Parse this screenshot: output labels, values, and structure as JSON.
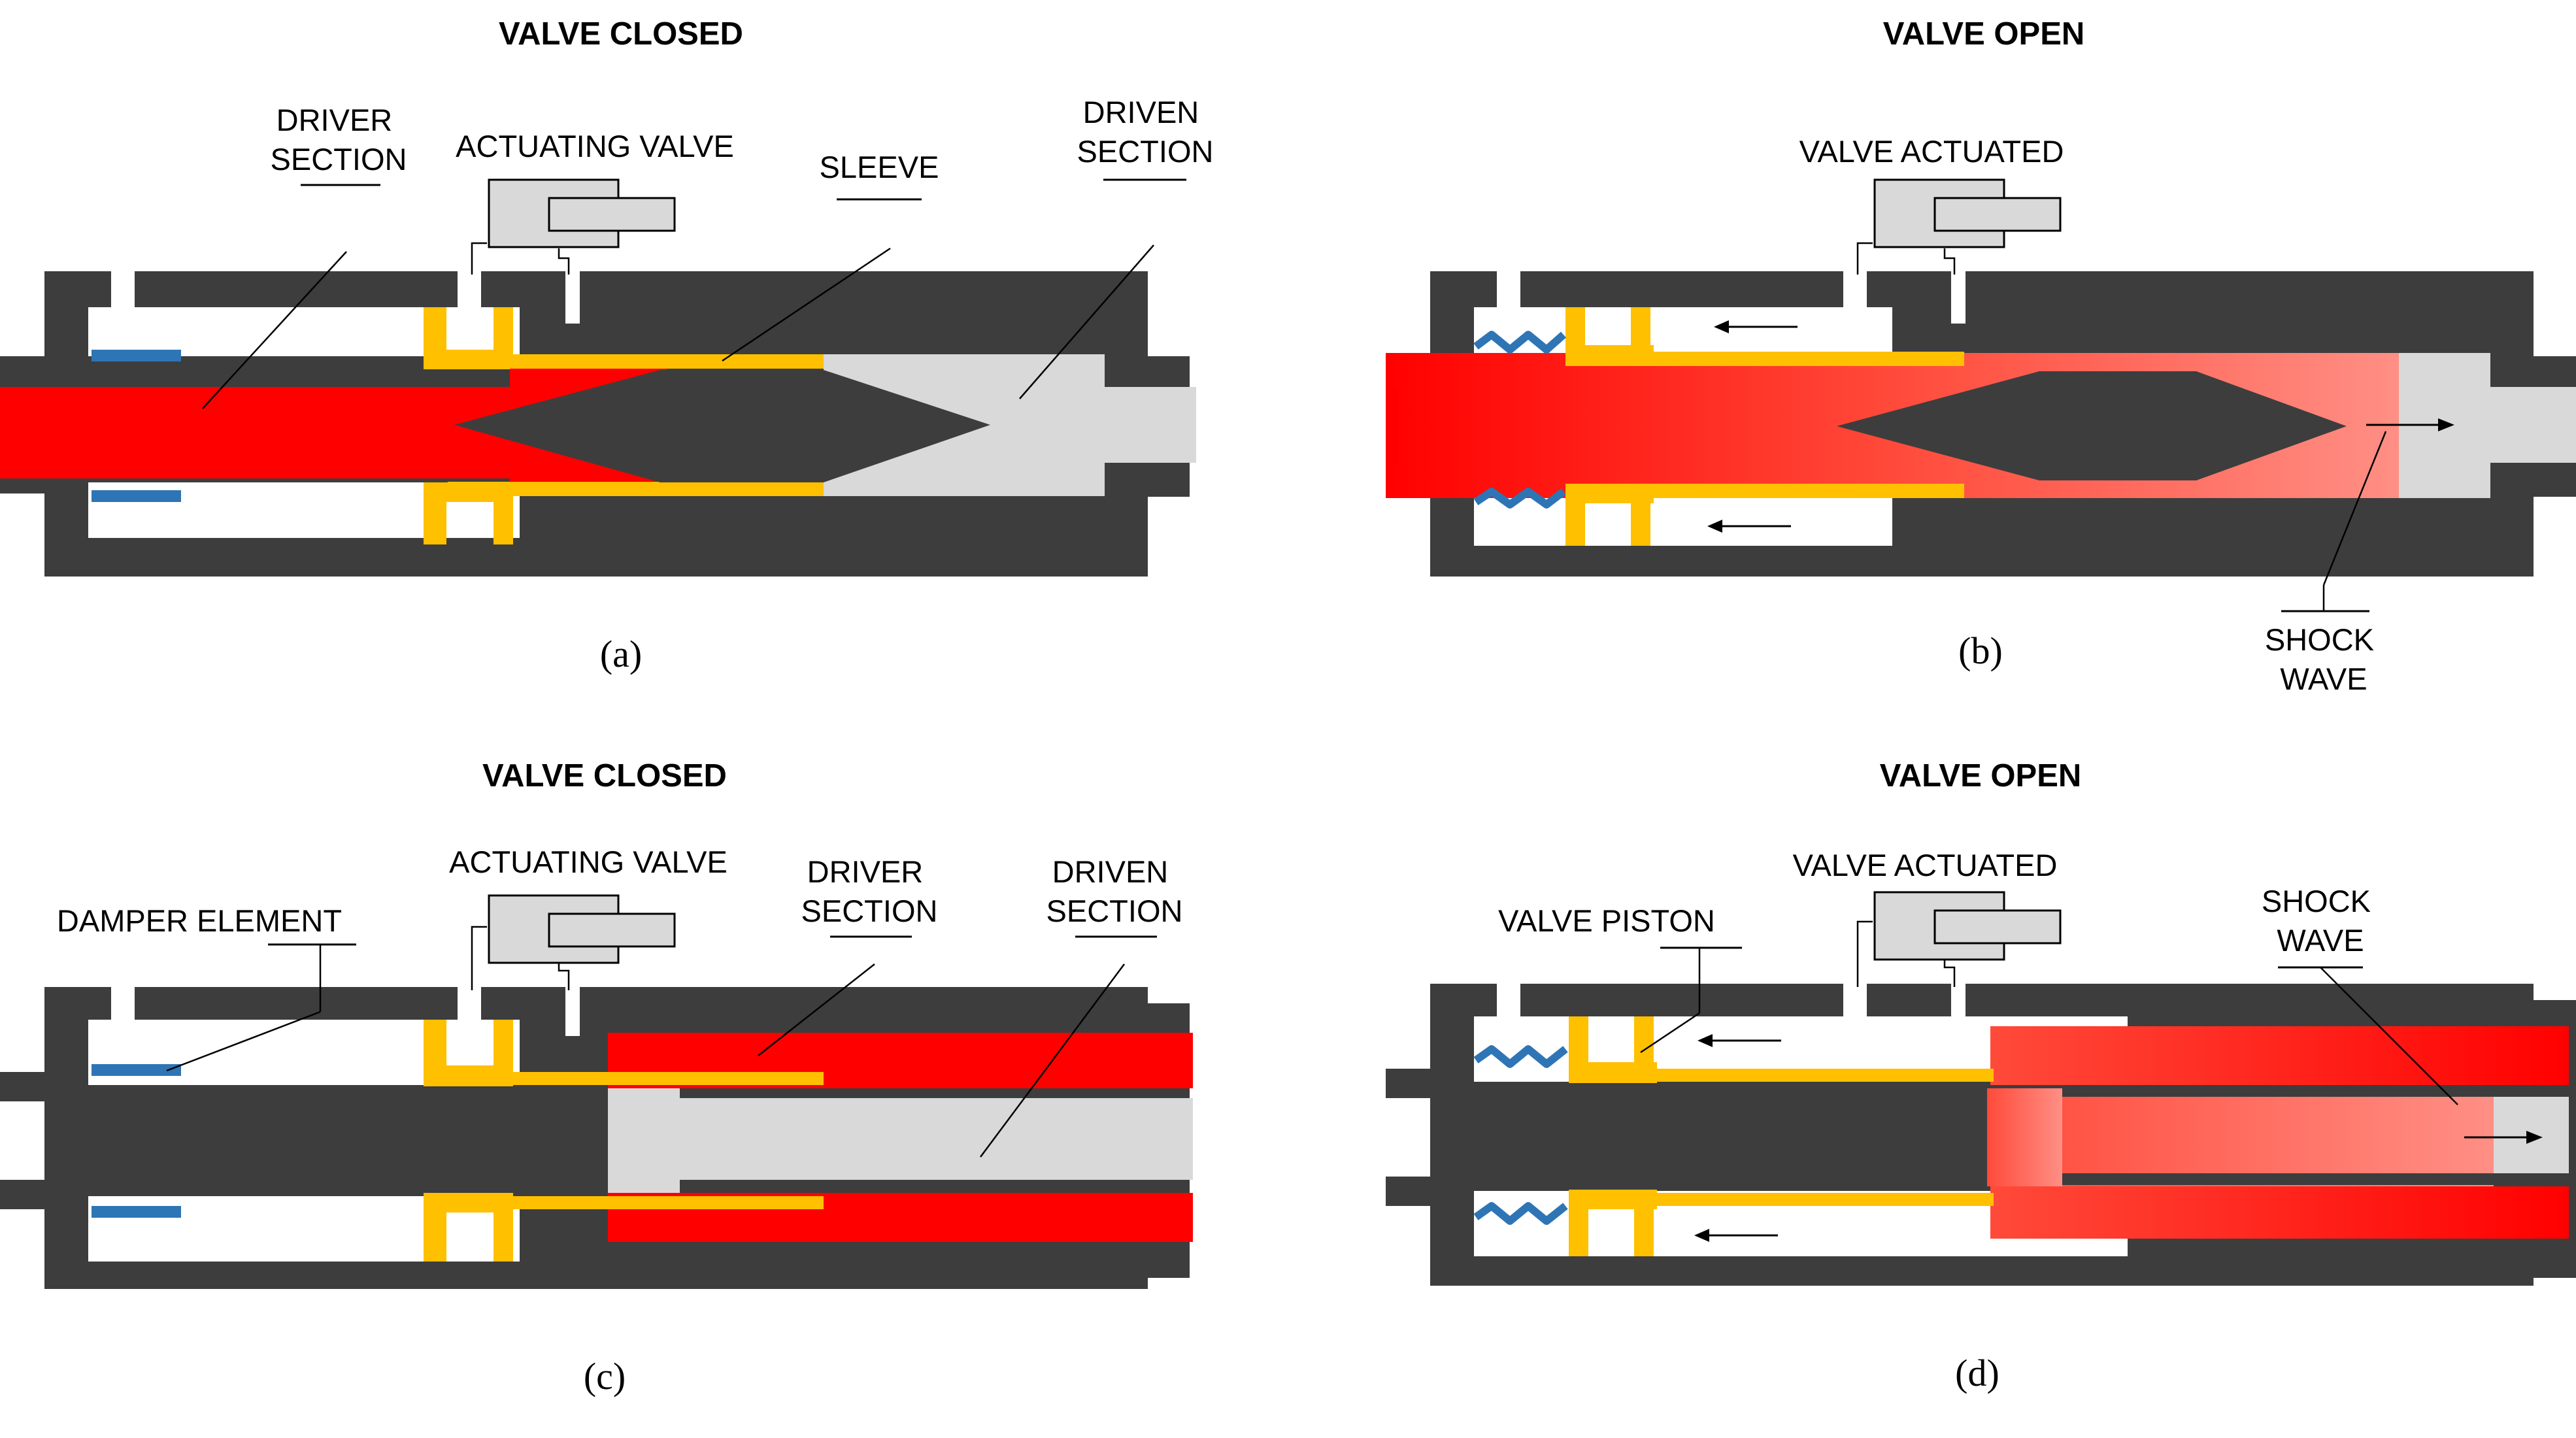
{
  "colors": {
    "body": "#3d3d3d",
    "driver_gas": "#ff0000",
    "driver_gas_light": "#ff8a80",
    "driven_gas": "#d9d9d9",
    "sleeve": "#ffc000",
    "damper": "#2e75b6",
    "actuator": "#d9d9d9"
  },
  "panels": {
    "a": {
      "title": "VALVE CLOSED",
      "caption": "(a)",
      "labels": {
        "driver_section": [
          "DRIVER",
          "SECTION"
        ],
        "actuating_valve": "ACTUATING VALVE",
        "sleeve": "SLEEVE",
        "driven_section": [
          "DRIVEN",
          "SECTION"
        ]
      }
    },
    "b": {
      "title": "VALVE OPEN",
      "caption": "(b)",
      "labels": {
        "valve_actuated": "VALVE ACTUATED",
        "shock_wave": [
          "SHOCK",
          "WAVE"
        ]
      }
    },
    "c": {
      "title": "VALVE CLOSED",
      "caption": "(c)",
      "labels": {
        "damper_element": "DAMPER ELEMENT",
        "actuating_valve": "ACTUATING VALVE",
        "driver_section": [
          "DRIVER",
          "SECTION"
        ],
        "driven_section": [
          "DRIVEN",
          "SECTION"
        ]
      }
    },
    "d": {
      "title": "VALVE OPEN",
      "caption": "(d)",
      "labels": {
        "valve_piston": "VALVE PISTON",
        "valve_actuated": "VALVE ACTUATED",
        "shock_wave": [
          "SHOCK",
          "WAVE"
        ]
      }
    }
  }
}
